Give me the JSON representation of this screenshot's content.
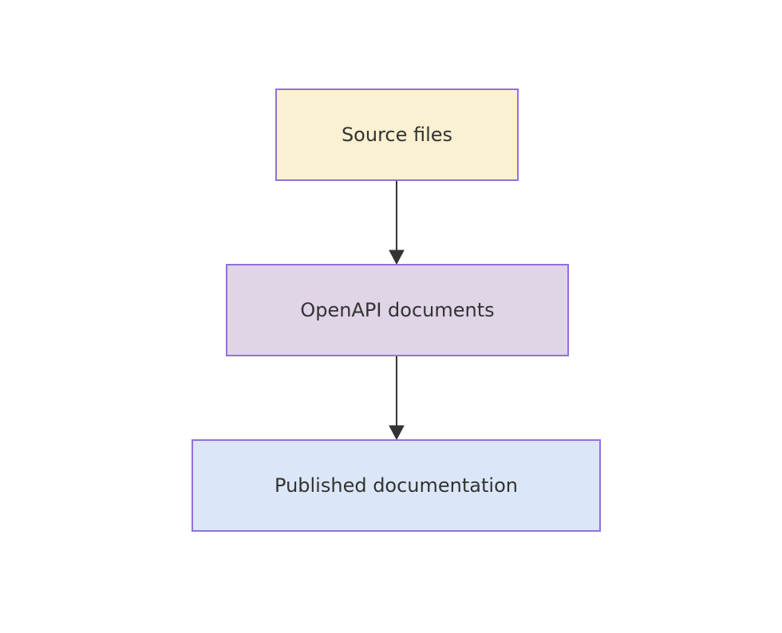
{
  "diagram": {
    "type": "flowchart",
    "direction": "top-down",
    "background_color": "#ffffff",
    "node_border_color": "#9370db",
    "node_text_color": "#333333",
    "edge_color": "#333333",
    "nodes": [
      {
        "id": "source-files",
        "label": "Source files",
        "fill": "#faf0d2"
      },
      {
        "id": "openapi-documents",
        "label": "OpenAPI documents",
        "fill": "#e0d4e7"
      },
      {
        "id": "published-documentation",
        "label": "Published documentation",
        "fill": "#dbe6f8"
      }
    ],
    "edges": [
      {
        "from": "source-files",
        "to": "openapi-documents",
        "style": "solid-arrow"
      },
      {
        "from": "openapi-documents",
        "to": "published-documentation",
        "style": "solid-arrow"
      }
    ]
  }
}
